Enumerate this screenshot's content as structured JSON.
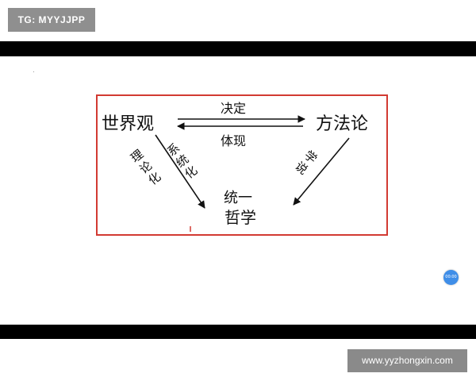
{
  "overlay": {
    "tg_label": "TG: MYYJJPP",
    "site_label": "www.yyzhongxin.com",
    "play_label": "00:00"
  },
  "diagram": {
    "node_worldview": "世界观",
    "node_methodology": "方法论",
    "node_unified_top": "统一",
    "node_unified_bottom": "哲学",
    "edge_decides": "决定",
    "edge_embodies": "体现",
    "edge_left_outer": [
      "理",
      "论",
      "化"
    ],
    "edge_left_inner": [
      "系",
      "统",
      "化"
    ],
    "edge_right": [
      "学",
      "说"
    ],
    "colors": {
      "frame": "#d23a32",
      "ink": "#111111"
    }
  }
}
